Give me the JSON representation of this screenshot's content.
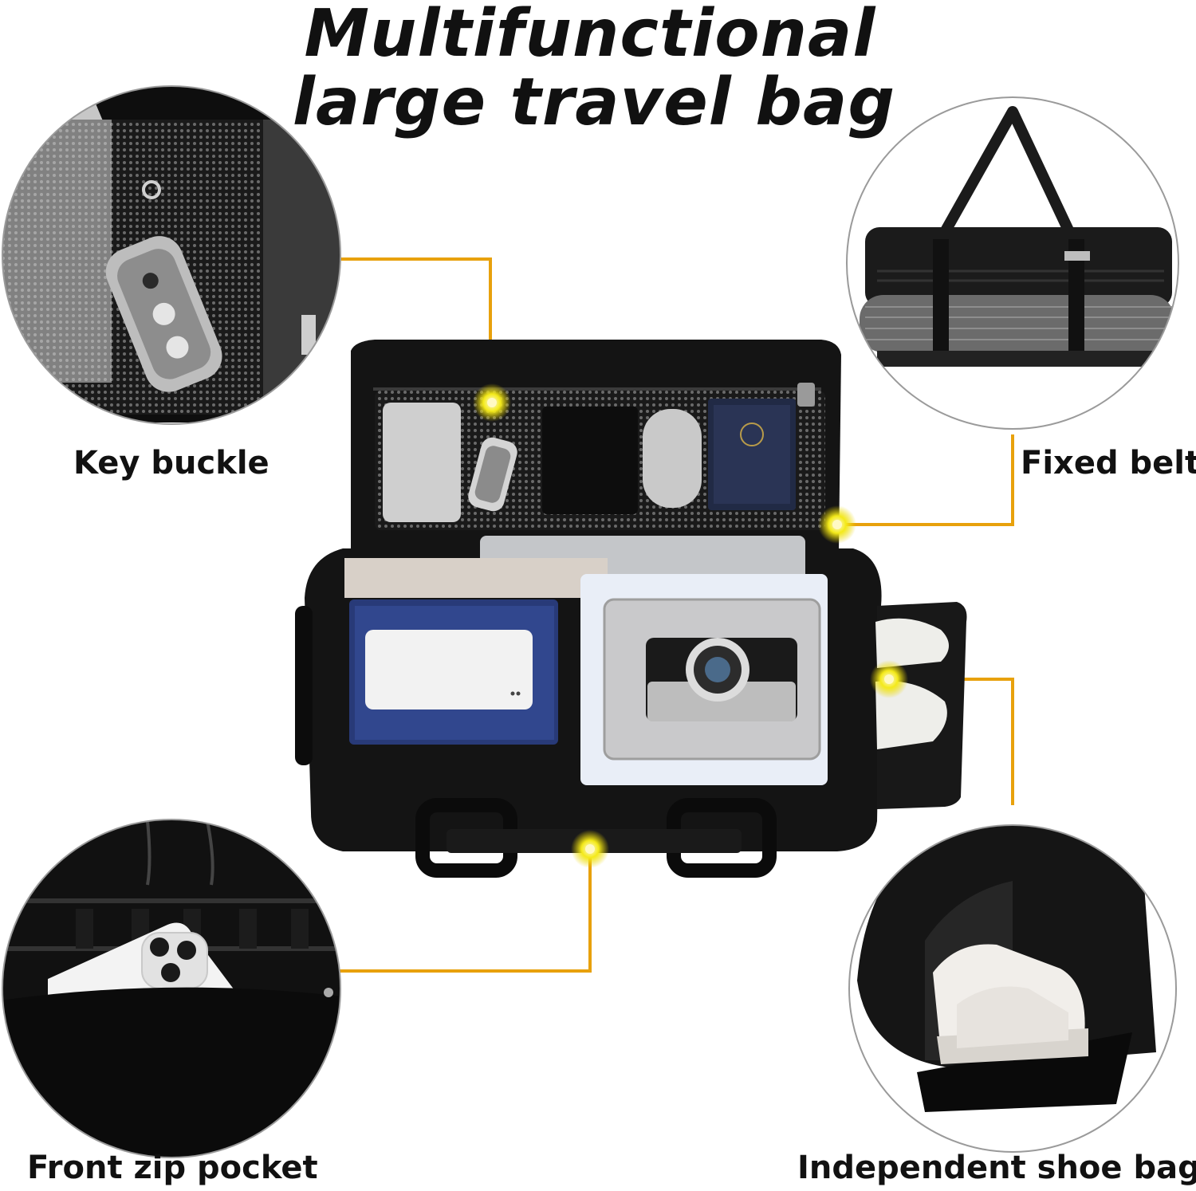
{
  "title": {
    "line1": "Multifunctional",
    "line2": "large travel bag"
  },
  "features": [
    {
      "label": "Key buckle",
      "icon": "key-fob-icon"
    },
    {
      "label": "Fixed belt",
      "icon": "strap-icon"
    },
    {
      "label": "Front zip pocket",
      "icon": "phone-pocket-icon"
    },
    {
      "label": "Independent shoe bag",
      "icon": "shoe-bag-icon"
    }
  ],
  "colors": {
    "accent": "#e8a10c",
    "callout_dot": "#f4ea1a",
    "bag": "#151515",
    "background": "#ffffff"
  }
}
